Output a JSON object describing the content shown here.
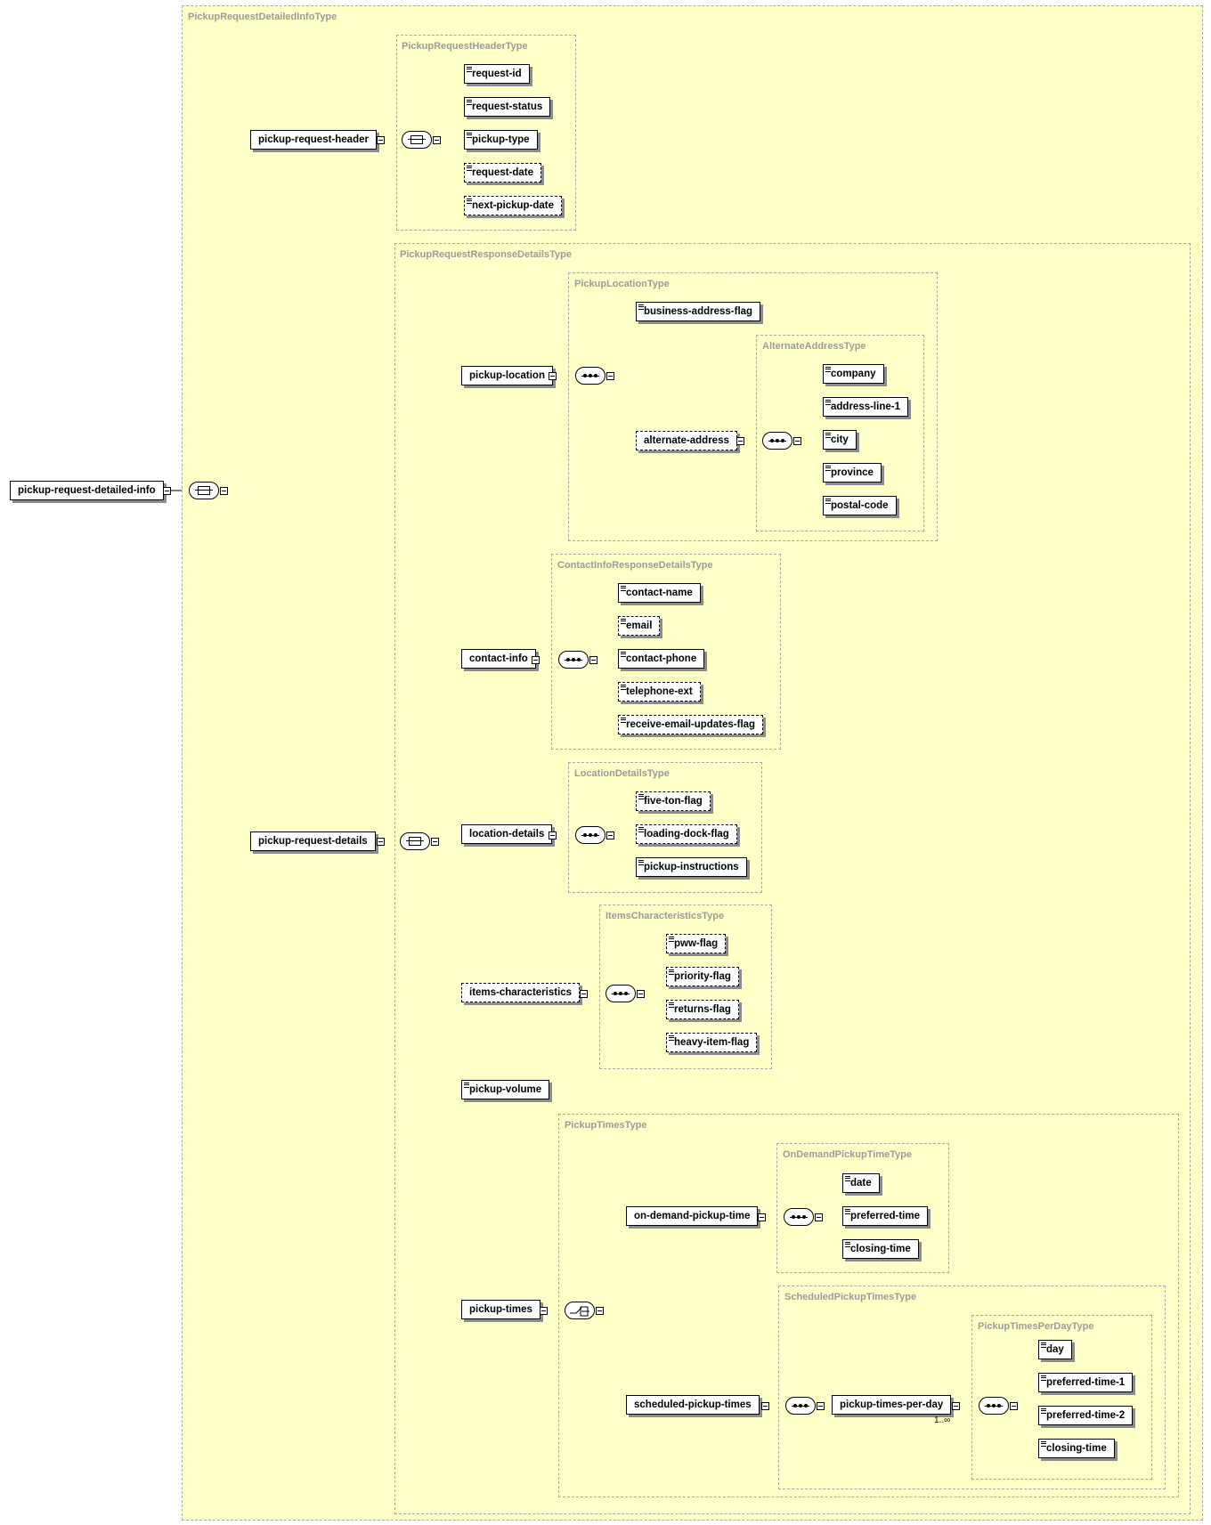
{
  "types": {
    "root": "PickupRequestDetailedInfoType",
    "header": "PickupRequestHeaderType",
    "response": "PickupRequestResponseDetailsType",
    "location": "PickupLocationType",
    "alternate": "AlternateAddressType",
    "contact": "ContactInfoResponseDetailsType",
    "locdetails": "LocationDetailsType",
    "items": "ItemsCharacteristicsType",
    "times": "PickupTimesType",
    "ondemand": "OnDemandPickupTimeType",
    "scheduled": "ScheduledPickupTimesType",
    "perday": "PickupTimesPerDayType"
  },
  "elements": {
    "root": "pickup-request-detailed-info",
    "header": "pickup-request-header",
    "request_id": "request-id",
    "request_status": "request-status",
    "pickup_type": "pickup-type",
    "request_date": "request-date",
    "next_pickup_date": "next-pickup-date",
    "details": "pickup-request-details",
    "pickup_location": "pickup-location",
    "business_address_flag": "business-address-flag",
    "alternate_address": "alternate-address",
    "company": "company",
    "address_line_1": "address-line-1",
    "city": "city",
    "province": "province",
    "postal_code": "postal-code",
    "contact_info": "contact-info",
    "contact_name": "contact-name",
    "email": "email",
    "contact_phone": "contact-phone",
    "telephone_ext": "telephone-ext",
    "receive_email_updates_flag": "receive-email-updates-flag",
    "location_details": "location-details",
    "five_ton_flag": "five-ton-flag",
    "loading_dock_flag": "loading-dock-flag",
    "pickup_instructions": "pickup-instructions",
    "items_characteristics": "items-characteristics",
    "pww_flag": "pww-flag",
    "priority_flag": "priority-flag",
    "returns_flag": "returns-flag",
    "heavy_item_flag": "heavy-item-flag",
    "pickup_volume": "pickup-volume",
    "pickup_times": "pickup-times",
    "on_demand_pickup_time": "on-demand-pickup-time",
    "date": "date",
    "preferred_time": "preferred-time",
    "closing_time_od": "closing-time",
    "scheduled_pickup_times": "scheduled-pickup-times",
    "pickup_times_per_day": "pickup-times-per-day",
    "day": "day",
    "preferred_time_1": "preferred-time-1",
    "preferred_time_2": "preferred-time-2",
    "closing_time_sp": "closing-time"
  },
  "multiplicity": "1..∞"
}
